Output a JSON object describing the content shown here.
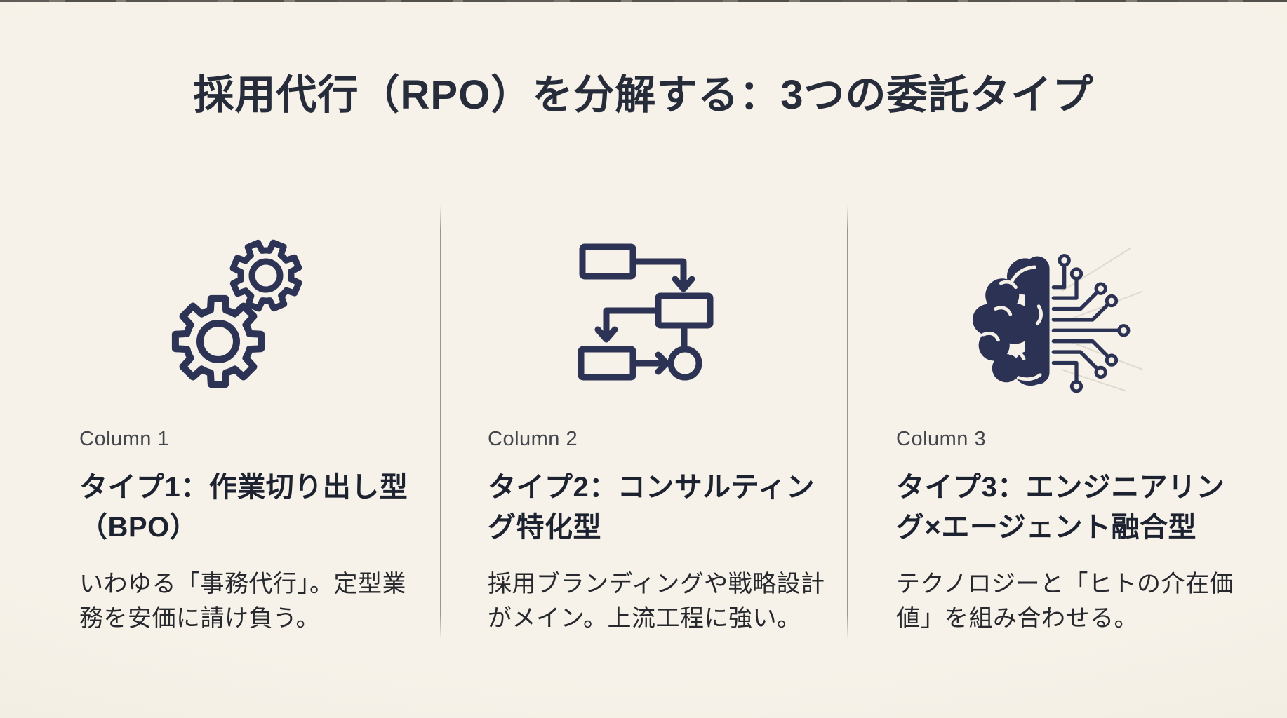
{
  "page": {
    "title": "採用代行（RPO）を分解する：3つの委託タイプ"
  },
  "colors": {
    "background": "#f4f0e7",
    "accent_navy": "#2c3254",
    "title_text": "#272c3b",
    "body_text": "#26282d",
    "label_gray": "#43464d",
    "divider": "#807e78"
  },
  "columns": [
    {
      "label": "Column 1",
      "icon": "gears-icon",
      "title": "タイプ1：作業切り出し型（BPO）",
      "description": "いわゆる「事務代行」。定型業務を安価に請け負う。"
    },
    {
      "label": "Column 2",
      "icon": "flowchart-icon",
      "title": "タイプ2：コンサルティング特化型",
      "description": "採用ブランディングや戦略設計がメイン。上流工程に強い。"
    },
    {
      "label": "Column 3",
      "icon": "brain-circuit-icon",
      "title": "タイプ3：エンジニアリング×エージェント融合型",
      "description": "テクノロジーと「ヒトの介在価値」を組み合わせる。"
    }
  ]
}
